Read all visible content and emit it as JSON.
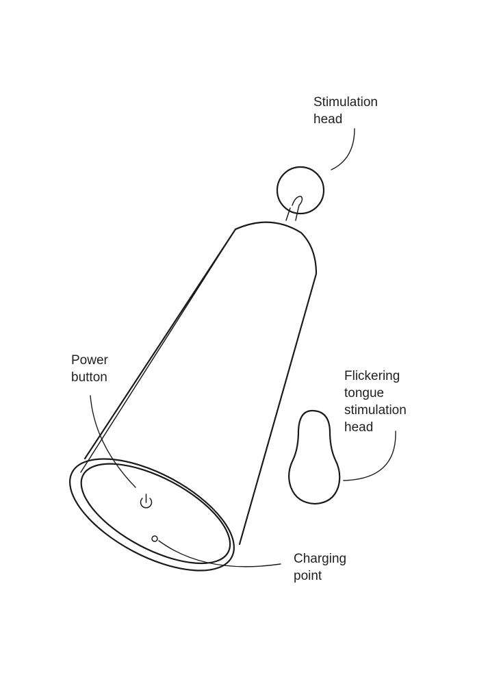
{
  "labels": {
    "stimulation_head": [
      "Stimulation",
      "head"
    ],
    "power_button": [
      "Power",
      "button"
    ],
    "flickering_head": [
      "Flickering",
      "tongue",
      "stimulation",
      "head"
    ],
    "charging_point": [
      "Charging",
      "point"
    ]
  },
  "colors": {
    "background": "#ffffff",
    "ink": "#1a1a1a"
  }
}
